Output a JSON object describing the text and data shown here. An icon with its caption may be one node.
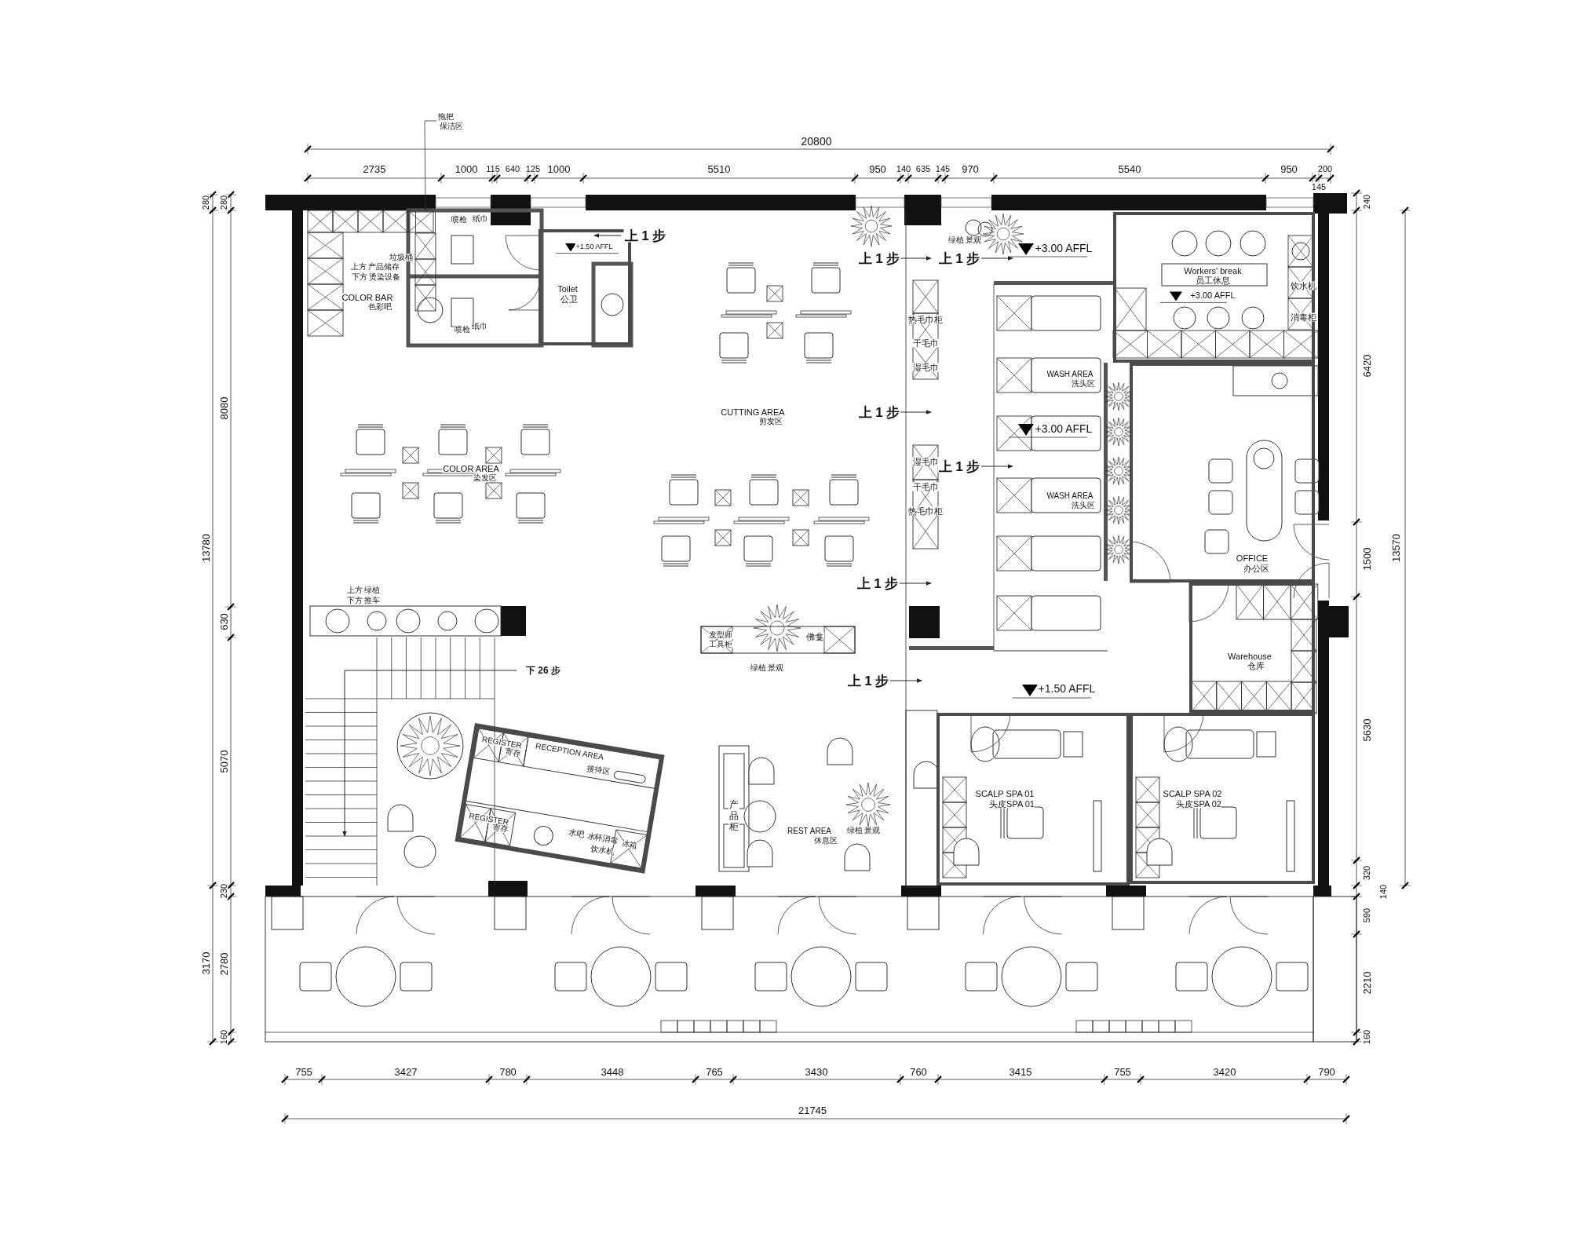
{
  "diagram": {
    "nodes": [
      {
        "text": [
          "拖把",
          "保洁区"
        ]
      },
      {
        "text": [
          "Toilet",
          "公卫"
        ]
      },
      {
        "text": [
          "Workers' break",
          "员工休息"
        ]
      },
      {
        "text": [
          "OFFICE",
          "办公区"
        ]
      },
      {
        "text": [
          "Warehouse",
          "仓库"
        ]
      },
      {
        "text": [
          "REGISTER",
          "寄存",
          "RECEPTION AREA",
          "接待区",
          "REGISTER",
          "寄存",
          "水吧",
          "水杯消毒",
          "饮水机",
          "冰箱"
        ]
      },
      {
        "text": [
          "SCALP SPA 01",
          "头皮SPA 01"
        ]
      },
      {
        "text": [
          "SCALP SPA 02",
          "头皮SPA 02"
        ]
      },
      {
        "text": [],
        "shape": "box"
      }
    ],
    "edges": [
      {
        "from": 0,
        "to": 8,
        "arrow": "to"
      }
    ],
    "labels": [
      "20800",
      "2735",
      "1000",
      "115",
      "640",
      "125",
      "1000",
      "5510",
      "950",
      "140",
      "635",
      "145",
      "970",
      "5540",
      "950",
      "200",
      "145",
      "280",
      "280",
      "8080",
      "13780",
      "630",
      "5070",
      "230",
      "3170",
      "2780",
      "160",
      "上方 产品储存",
      "下方 烫染设备",
      "垃圾桶",
      "喷枪",
      "纸巾",
      "+1.50 AFFL",
      "上 1 步",
      "COLOR BAR",
      "色彩吧",
      "喷枪",
      "纸巾",
      "绿植 景观",
      "上 1 步",
      "上 1 步",
      "+3.00 AFFL",
      "+3.00 AFFL",
      "饮水机",
      "热毛巾柜",
      "消毒柜",
      "干毛巾",
      "湿毛巾",
      "WASH AREA",
      "洗头区",
      "CUTTING AREA",
      "剪发区",
      "上 1 步",
      "+3.00 AFFL",
      "湿毛巾",
      "上 1 步",
      "COLOR AREA",
      "染发区",
      "干毛巾",
      "WASH AREA",
      "洗头区",
      "热毛巾柜",
      "上 1 步",
      "上方 绿植",
      "下方 推车",
      "发型师",
      "工具柜",
      "佛龛",
      "下 26 步",
      "绿植 景观",
      "上 1 步",
      "+1.50 AFFL",
      "REST AREA",
      "休息区",
      "绿植 景观",
      "产品柜",
      "240",
      "6420",
      "1500",
      "13570",
      "5630",
      "320",
      "140",
      "590",
      "2210",
      "160",
      "755",
      "3427",
      "780",
      "3448",
      "765",
      "3430",
      "760",
      "3415",
      "755",
      "3420",
      "790",
      "21745"
    ]
  }
}
